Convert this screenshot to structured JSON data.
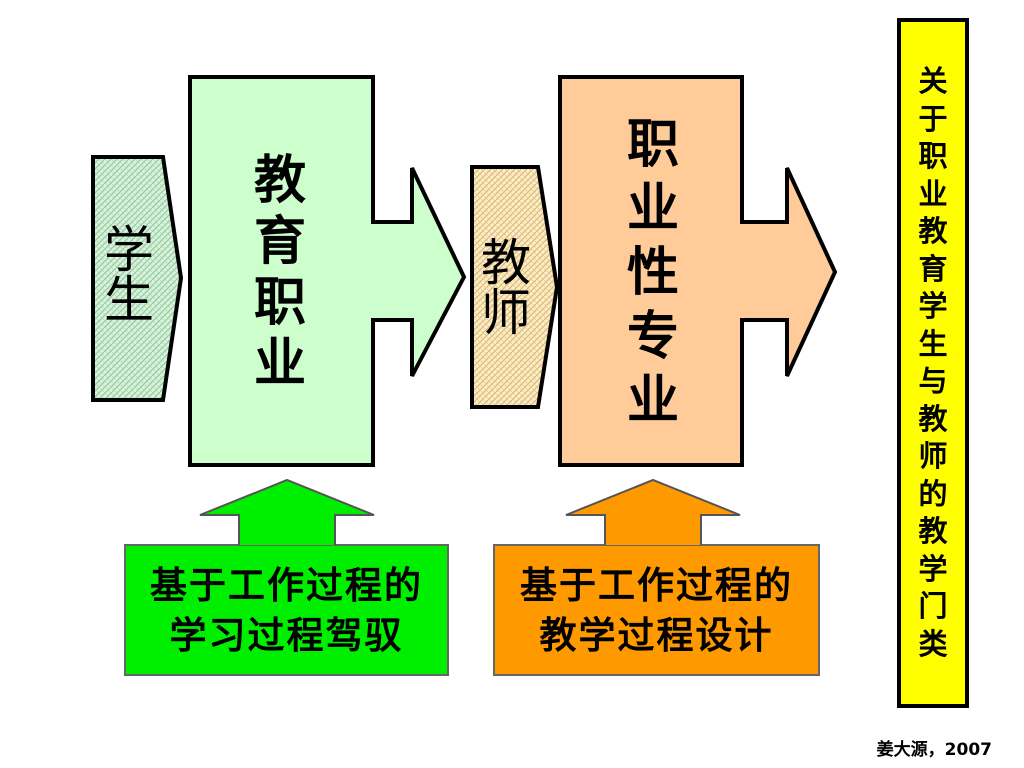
{
  "flow": {
    "student": "学生",
    "education_vocation": "教育职业",
    "teacher": "教师",
    "vocational_specialty": "职业性专业"
  },
  "supports": {
    "green": {
      "line1": "基于工作过程的",
      "line2": "学习过程驾驭"
    },
    "orange": {
      "line1": "基于工作过程的",
      "line2": "教学过程设计"
    }
  },
  "side_banner": "关于职业教育学生与教师的教学门类",
  "credit": "姜大源，2007",
  "colors": {
    "student_fill": "#c8f0d0",
    "big_green_arrow": "#ccffcc",
    "teacher_fill": "#fbe6b0",
    "big_orange_arrow": "#ffcc99",
    "green_box": "#00ee00",
    "orange_box": "#ff9900",
    "banner": "#ffff00"
  }
}
